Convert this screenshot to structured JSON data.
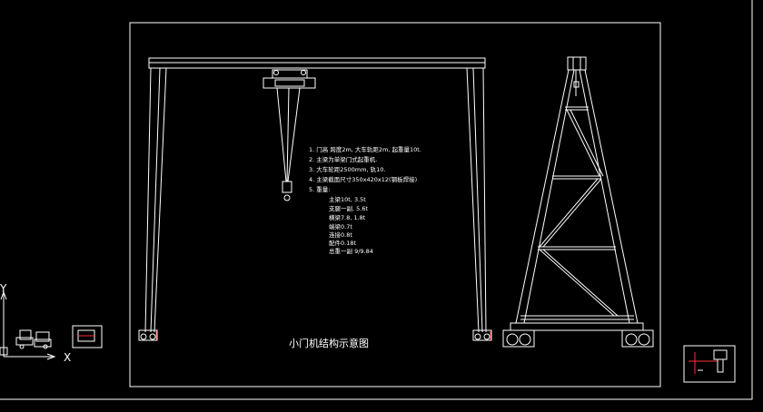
{
  "drawing": {
    "title": "小门机结构示意图",
    "notes": [
      "1. 门高 跨度2m, 大车轨距2m, 起重量10t.",
      "2. 主梁为单梁门式起重机.",
      "3. 大车轮距2500mm, 轨10.",
      "4. 主梁截面尺寸350x420x12(钢板焊接)",
      "5. 重量:",
      "主梁10t, 3.5t",
      "支腿一副, 5.6t",
      "横梁7.8, 1.8t",
      "端梁0.7t",
      "连接0.8t",
      "配件0.18t",
      "总重一副 9/9.84"
    ],
    "axis_icon": {
      "y_label": "Y",
      "x_label": "X"
    }
  },
  "colors": {
    "background": "#000000",
    "linework": "#ffffff",
    "accent": "#ff3030"
  }
}
